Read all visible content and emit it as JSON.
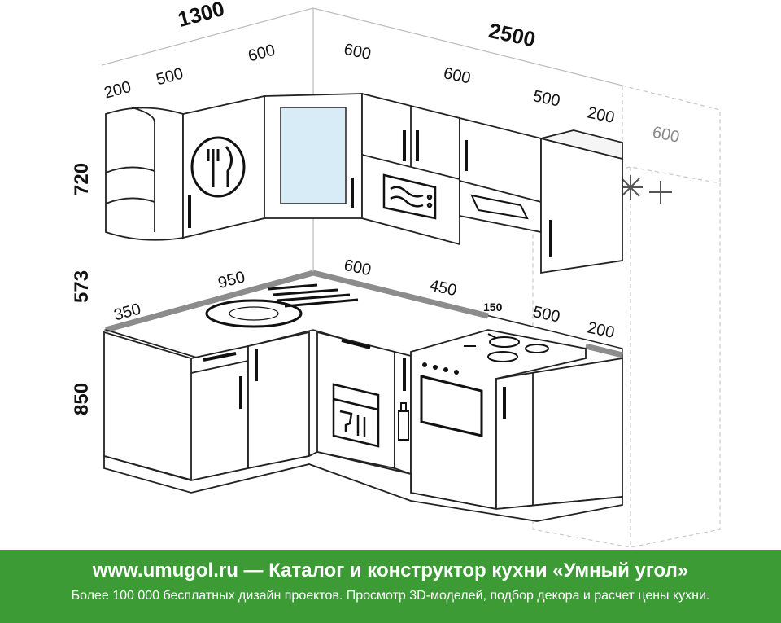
{
  "dimensions": {
    "top_left_total": "1300",
    "top_left_200": "200",
    "top_left_500": "500",
    "top_left_600": "600",
    "top_back_600_a": "600",
    "top_back_600_b": "600",
    "top_back_500": "500",
    "top_back_200": "200",
    "top_back_total": "2500",
    "fridge_600": "600",
    "height_upper": "720",
    "height_gap": "573",
    "height_lower": "850",
    "counter_350": "350",
    "counter_950": "950",
    "counter_600": "600",
    "counter_450": "450",
    "counter_150": "150",
    "counter_500": "500",
    "counter_200": "200"
  },
  "banner": {
    "title": "www.umugol.ru — Каталог и конструктор кухни «Умный угол»",
    "subtitle": "Более 100 000 бесплатных дизайн проектов. Просмотр 3D-моделей, подбор декора и расчет цены кухни."
  },
  "colors": {
    "banner_bg": "#3d9b36",
    "counter_edge": "#8c8c8c",
    "glass": "#d8ecf7",
    "ghost_fridge": "#c8c8c8"
  }
}
